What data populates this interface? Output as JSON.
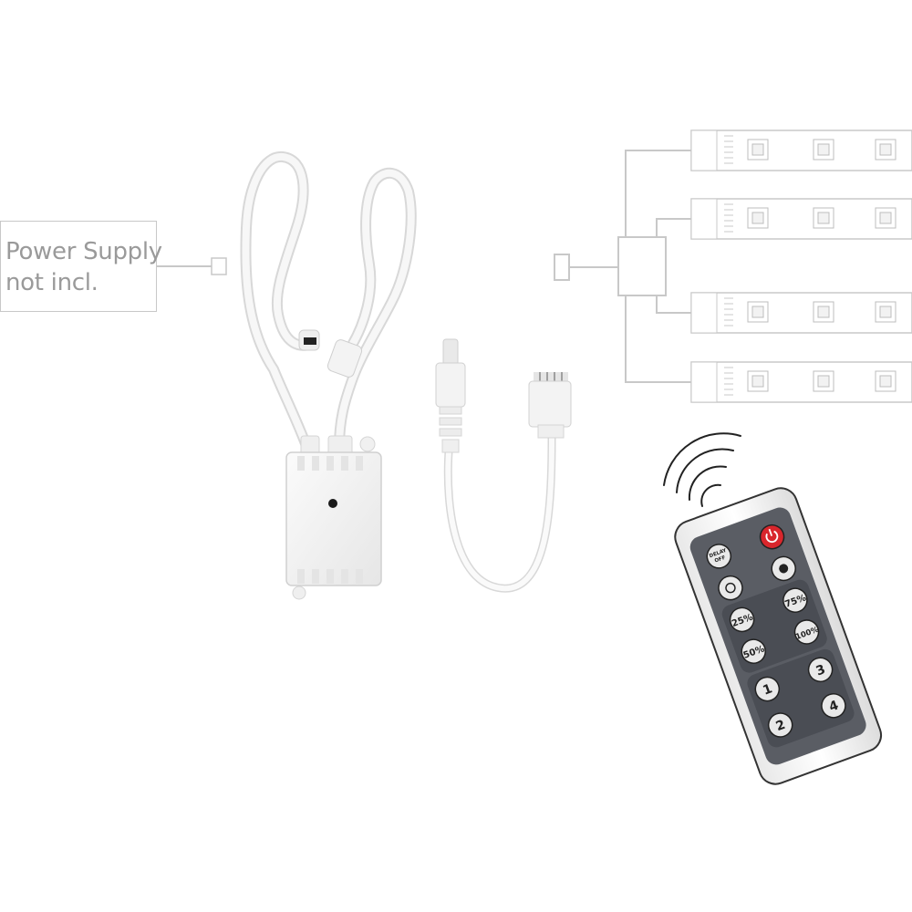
{
  "power_supply": {
    "line1": "Power Supply",
    "line2": "not incl."
  },
  "remote": {
    "delay_off_label": "DELAY OFF",
    "power_icon": "power-icon",
    "brightness_up_icon": "brightness-up-icon",
    "brightness_down_icon": "brightness-down-icon",
    "level_buttons": [
      "25%",
      "75%",
      "50%",
      "100%"
    ],
    "channel_buttons": [
      "1",
      "3",
      "2",
      "4"
    ],
    "signal_icon": "wireless-signal-icon"
  },
  "colors": {
    "line": "#c8c8c8",
    "cable": "#f2f2f2",
    "remote_body": "#5a5d64",
    "power_button": "#d9262c"
  }
}
